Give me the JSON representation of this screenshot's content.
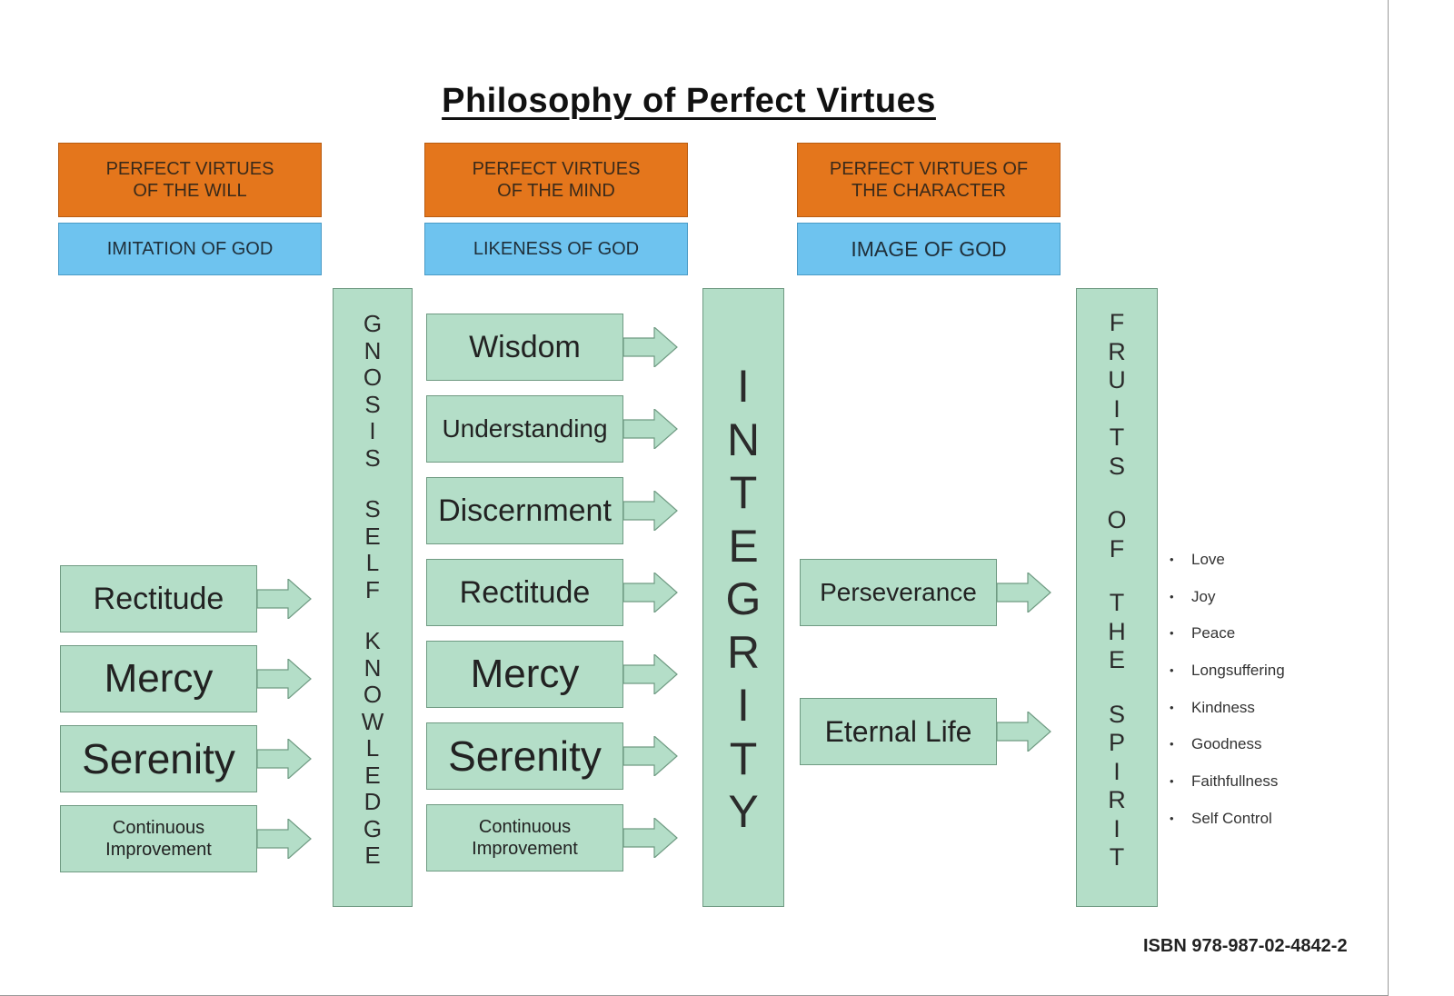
{
  "title": "Philosophy of Perfect Virtues",
  "headers": {
    "will": {
      "top": "PERFECT VIRTUES\nOF THE WILL",
      "bottom": "IMITATION OF GOD"
    },
    "mind": {
      "top": "PERFECT VIRTUES\nOF THE MIND",
      "bottom": "LIKENESS OF GOD"
    },
    "character": {
      "top": "PERFECT VIRTUES OF\nTHE CHARACTER",
      "bottom": "IMAGE OF GOD"
    }
  },
  "will_virtues": [
    "Rectitude",
    "Mercy",
    "Serenity",
    "Continuous\nImprovement"
  ],
  "mind_virtues": [
    "Wisdom",
    "Understanding",
    "Discernment",
    "Rectitude",
    "Mercy",
    "Serenity",
    "Continuous\nImprovement"
  ],
  "character_virtues": [
    "Perseverance",
    "Eternal Life"
  ],
  "columns": {
    "gnosis": "GNOSIS SELF KNOWLEDGE",
    "integrity": "INTEGRITY",
    "fruits": "FRUITS OF THE SPIRIT"
  },
  "fruits_list": [
    "Love",
    "Joy",
    "Peace",
    "Longsuffering",
    "Kindness",
    "Goodness",
    "Faithfullness",
    "Self Control"
  ],
  "isbn": "ISBN 978-987-02-4842-2",
  "colors": {
    "orange": "#e4761c",
    "blue": "#6ec3ef",
    "green": "#b4dec8",
    "green_border": "#6f9a82"
  }
}
